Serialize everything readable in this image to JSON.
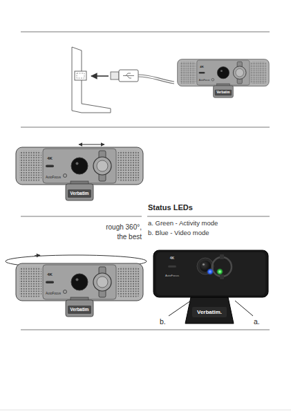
{
  "diagram": {
    "labels": [
      "4K",
      "AutoFocus",
      "Verbatim",
      "4K",
      "AutoFocus",
      "Verbatim",
      "rough 360°,",
      "the best",
      "4K",
      "AutoFocus",
      "Verbatim",
      "Status LEDs",
      "a. Green - Activity mode",
      "b. Blue - Video mode",
      "4K",
      "AutoFocus",
      "Verbatim.",
      "b.",
      "a."
    ]
  }
}
